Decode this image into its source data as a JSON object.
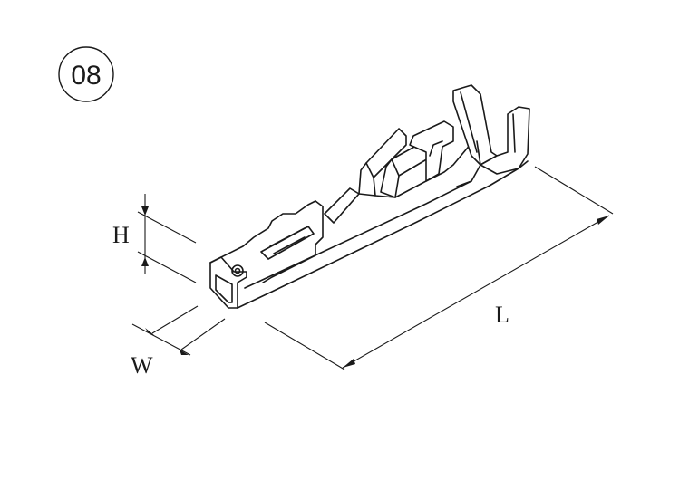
{
  "badge": {
    "label": "08"
  },
  "dimensions": {
    "height_label": "H",
    "width_label": "W",
    "length_label": "L"
  }
}
